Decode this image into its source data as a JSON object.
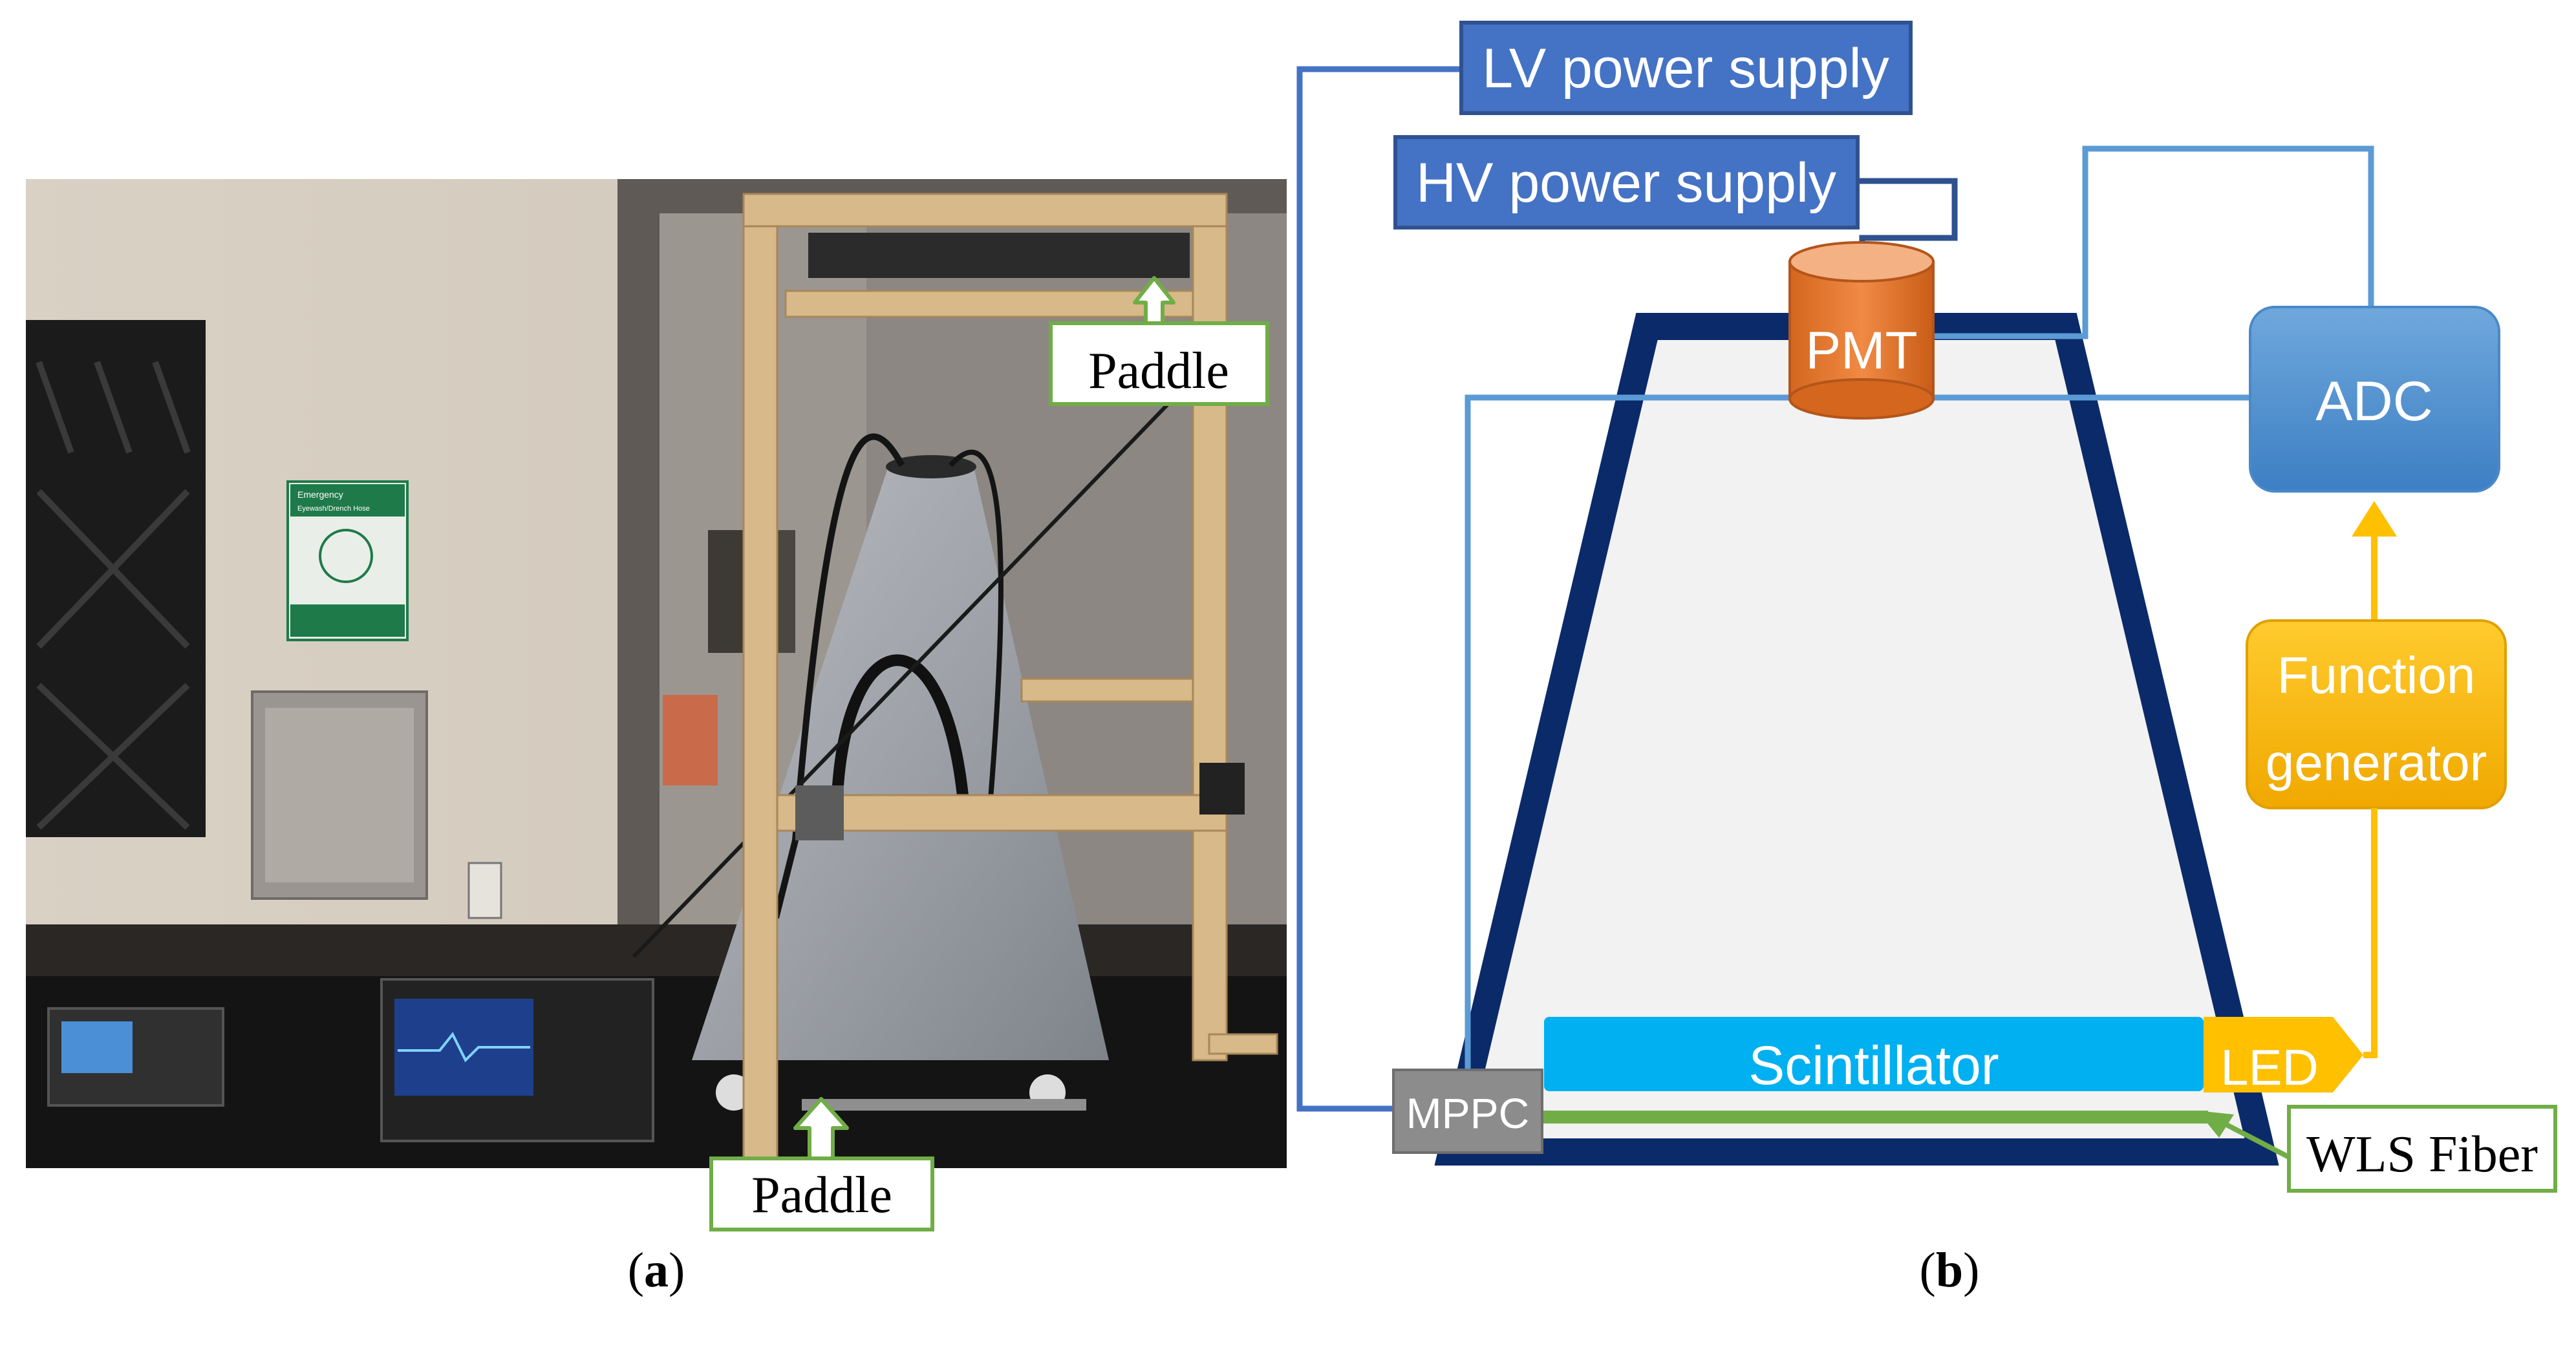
{
  "panel_a": {
    "caption": "(a)",
    "caption_letter": "a",
    "paddle_top_label": "Paddle",
    "paddle_bottom_label": "Paddle",
    "sign_lines": [
      "Emergency",
      "Eyewash/Drench Hose"
    ]
  },
  "panel_b": {
    "caption": "(b)",
    "caption_letter": "b",
    "lv_label": "LV power supply",
    "hv_label": "HV power supply",
    "pmt_label": "PMT",
    "adc_label": "ADC",
    "function_gen_label_1": "Function",
    "function_gen_label_2": "generator",
    "scintillator_label": "Scintillator",
    "led_label": "LED",
    "mppc_label": "MPPC",
    "wls_label": "WLS Fiber"
  },
  "colors": {
    "supply_blue": "#4472c4",
    "supply_border": "#2f528f",
    "signal_line": "#5b9bd5",
    "pyramid_outline": "#0b2a6a",
    "pmt_orange": "#ed7d31",
    "adc_blue": "#5b9bd5",
    "function_gen_yellow": "#ffc000",
    "scintillator_cyan": "#00b0f0",
    "mppc_gray": "#8c8c8c",
    "label_green": "#70ad47"
  }
}
